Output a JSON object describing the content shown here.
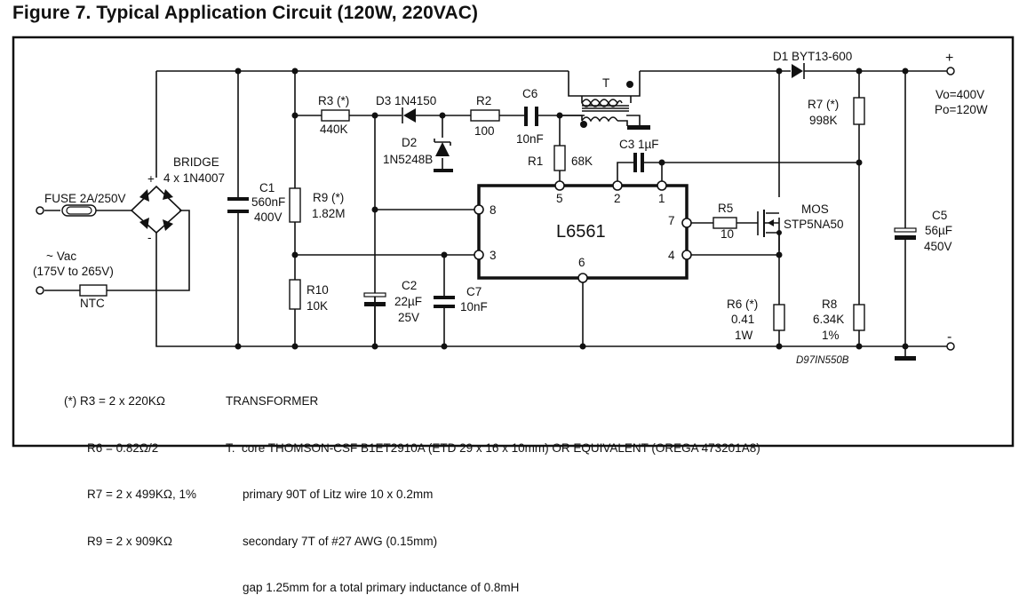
{
  "figure": {
    "title": "Figure 7. Typical Application Circuit (120W, 220VAC)",
    "drawing_code": "D97IN550B"
  },
  "input": {
    "fuse": "FUSE 2A/250V",
    "vac_symbol": "~",
    "vac_label": "Vac",
    "vac_range": "(175V to 265V)",
    "ntc": "NTC"
  },
  "bridge": {
    "name": "BRIDGE",
    "value": "4 x 1N4007",
    "plus": "+",
    "minus": "-"
  },
  "components": {
    "C1": {
      "name": "C1",
      "value": "560nF",
      "rating": "400V"
    },
    "R3": {
      "name": "R3 (*)",
      "value": "440K"
    },
    "R9": {
      "name": "R9 (*)",
      "value": "1.82M"
    },
    "R10": {
      "name": "R10",
      "value": "10K"
    },
    "D3": {
      "name": "D3 1N4150"
    },
    "D2": {
      "name": "D2",
      "value": "1N5248B"
    },
    "R2": {
      "name": "R2",
      "value": "100"
    },
    "C6": {
      "name": "C6",
      "value": "10nF"
    },
    "T": {
      "name": "T"
    },
    "R1": {
      "name": "R1",
      "value": "68K"
    },
    "C3": {
      "name": "C3 1µF"
    },
    "C2": {
      "name": "C2",
      "value": "22µF",
      "rating": "25V"
    },
    "C7": {
      "name": "C7",
      "value": "10nF"
    },
    "D1": {
      "name": "D1 BYT13-600"
    },
    "R7": {
      "name": "R7 (*)",
      "value": "998K"
    },
    "R5": {
      "name": "R5",
      "value": "10"
    },
    "MOS": {
      "name": "MOS",
      "value": "STP5NA50"
    },
    "R6": {
      "name": "R6 (*)",
      "value": "0.41",
      "rating": "1W"
    },
    "R8": {
      "name": "R8",
      "value": "6.34K",
      "rating": "1%"
    },
    "C5": {
      "name": "C5",
      "value": "56µF",
      "rating": "450V"
    }
  },
  "ic": {
    "name": "L6561",
    "pins": {
      "p1": "1",
      "p2": "2",
      "p3": "3",
      "p4": "4",
      "p5": "5",
      "p6": "6",
      "p7": "7",
      "p8": "8"
    }
  },
  "output": {
    "plus": "+",
    "minus": "-",
    "vo": "Vo=400V",
    "po": "Po=120W"
  },
  "notes": {
    "resistor_notes": [
      "(*) R3 = 2 x 220KΩ",
      "R6 = 0.82Ω/2",
      "R7 = 2 x 499KΩ, 1%",
      "R9 = 2 x 909KΩ"
    ],
    "transformer_title": "TRANSFORMER",
    "transformer_lines": [
      "T:  core THOMSON-CSF B1ET2910A (ETD 29 x 16 x 10mm) OR EQUIVALENT (OREGA 473201A8)",
      "primary 90T of Litz wire 10 x 0.2mm",
      "secondary 7T of #27 AWG (0.15mm)",
      "gap 1.25mm for a total primary inductance of 0.8mH"
    ]
  }
}
